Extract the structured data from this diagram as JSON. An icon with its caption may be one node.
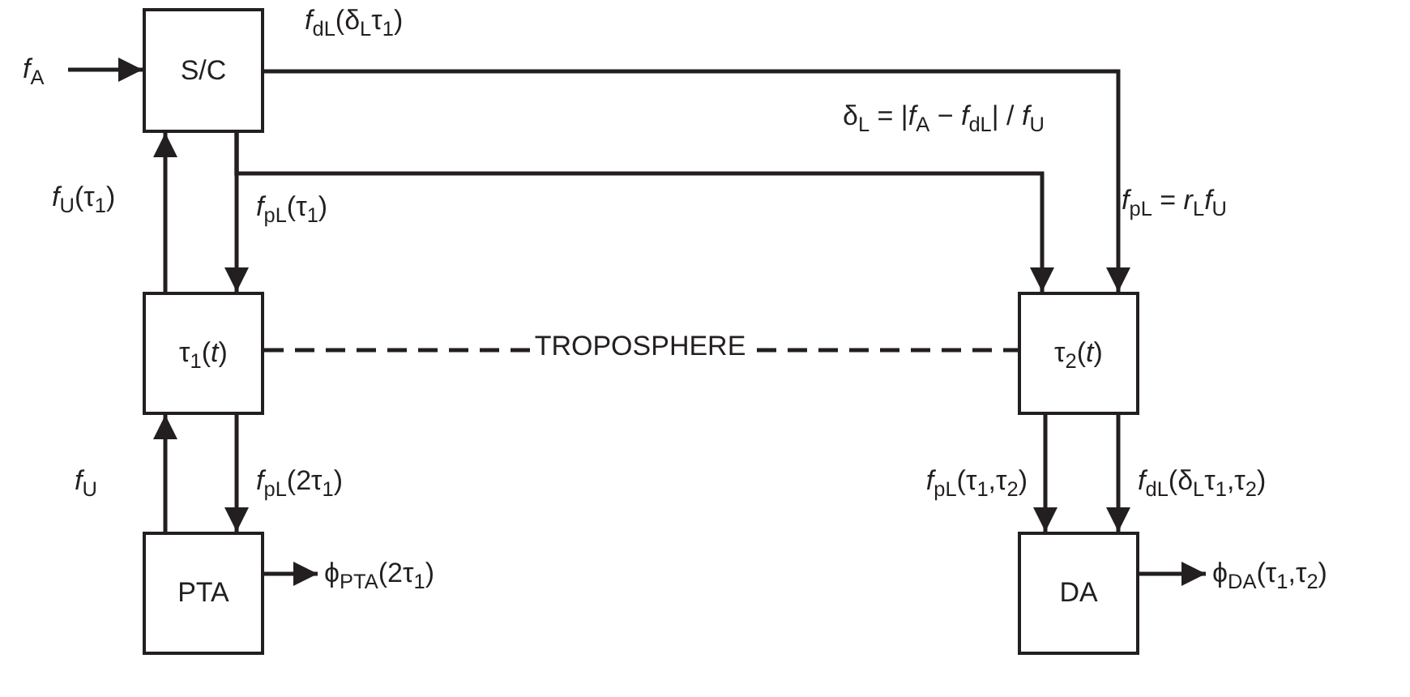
{
  "diagram": {
    "nodes": [
      {
        "text": [
          "S/C"
        ]
      },
      {
        "text": [
          "τ$_{1}$(*t*)"
        ]
      },
      {
        "text": [
          "τ$_{2}$(*t*)"
        ]
      },
      {
        "text": [
          "PTA"
        ]
      },
      {
        "text": [
          "DA"
        ]
      },
      {
        "text": [
          "*f*$_{A}$"
        ]
      },
      {
        "text": [
          "ϕ$_{PTA}$(2τ$_{1}$)"
        ]
      },
      {
        "text": [
          "ϕ$_{DA}$(τ$_{1}$,τ$_{2}$)"
        ]
      }
    ],
    "edges": [
      {
        "from": 5,
        "to": 0,
        "arrow": "to"
      },
      {
        "from": 1,
        "to": 0,
        "arrow": "to",
        "label": "*f*$_{U}$(τ$_{1}$)"
      },
      {
        "from": 0,
        "to": 1,
        "arrow": "to",
        "label": "*f*$_{pL}$(τ$_{1}$)"
      },
      {
        "from": 0,
        "to": 2,
        "arrow": "to"
      },
      {
        "from": 0,
        "to": 2,
        "arrow": "to",
        "label": "*f*$_{dL}$(δ$_{L}$τ$_{1}$)"
      },
      {
        "from": 3,
        "to": 1,
        "arrow": "to",
        "label": "*f*$_{U}$"
      },
      {
        "from": 1,
        "to": 3,
        "arrow": "to",
        "label": "*f*$_{pL}$(2τ$_{1}$)"
      },
      {
        "from": 2,
        "to": 4,
        "arrow": "to",
        "label": "*f*$_{pL}$(τ$_{1}$,τ$_{2}$)"
      },
      {
        "from": 2,
        "to": 4,
        "arrow": "to",
        "label": "*f*$_{dL}$(δ$_{L}$τ$_{1}$,τ$_{2}$)"
      },
      {
        "from": 3,
        "to": 6,
        "arrow": "to"
      },
      {
        "from": 4,
        "to": 7,
        "arrow": "to"
      },
      {
        "from": 1,
        "to": 2,
        "arrow": "none",
        "style": "dashed",
        "label": "TROPOSPHERE"
      }
    ],
    "labels": [
      "δ$_{L}$ = |*f*$_{A}$ − *f*$_{dL}$| / *f*$_{U}$",
      "*f*$_{pL}$ = *r*$_{L}$*f*$_{U}$"
    ]
  }
}
